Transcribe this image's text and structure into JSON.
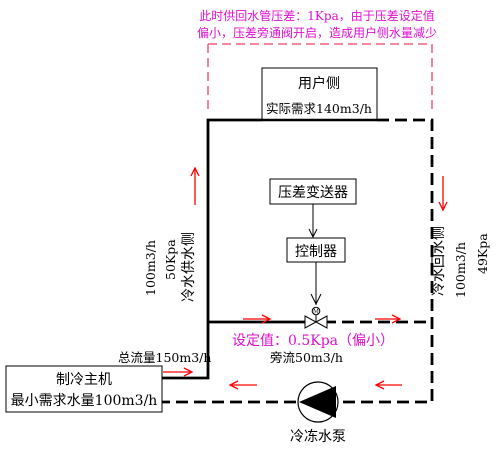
{
  "note": {
    "line1": "此时供回水管压差：1Kpa，由于压差设定值",
    "line2": "偏小，压差旁通阀开启，造成用户侧水量减少"
  },
  "user_side": {
    "title": "用户侧",
    "demand": "实际需求140m3/h"
  },
  "transmitter": {
    "label": "压差变送器"
  },
  "controller": {
    "label": "控制器"
  },
  "valve": {
    "symbol": "M"
  },
  "setpoint": {
    "label": "设定值：0.5Kpa（偏小）"
  },
  "bypass": {
    "label": "旁流50m3/h"
  },
  "total_flow": {
    "label": "总流量150m3/h"
  },
  "chiller": {
    "title": "制冷主机",
    "min_flow": "最小需求水量100m3/h"
  },
  "pump": {
    "label": "冷冻水泵"
  },
  "supply": {
    "name": "冷水供水侧",
    "pressure": "50Kpa",
    "flow": "100m3/h"
  },
  "return": {
    "name": "冷水回水侧",
    "pressure": "49Kpa",
    "flow": "100m3/h"
  },
  "colors": {
    "pipe": "#000000",
    "arrow": "#ff0000",
    "note_border": "#f04060",
    "note_text": "#e010d0"
  }
}
